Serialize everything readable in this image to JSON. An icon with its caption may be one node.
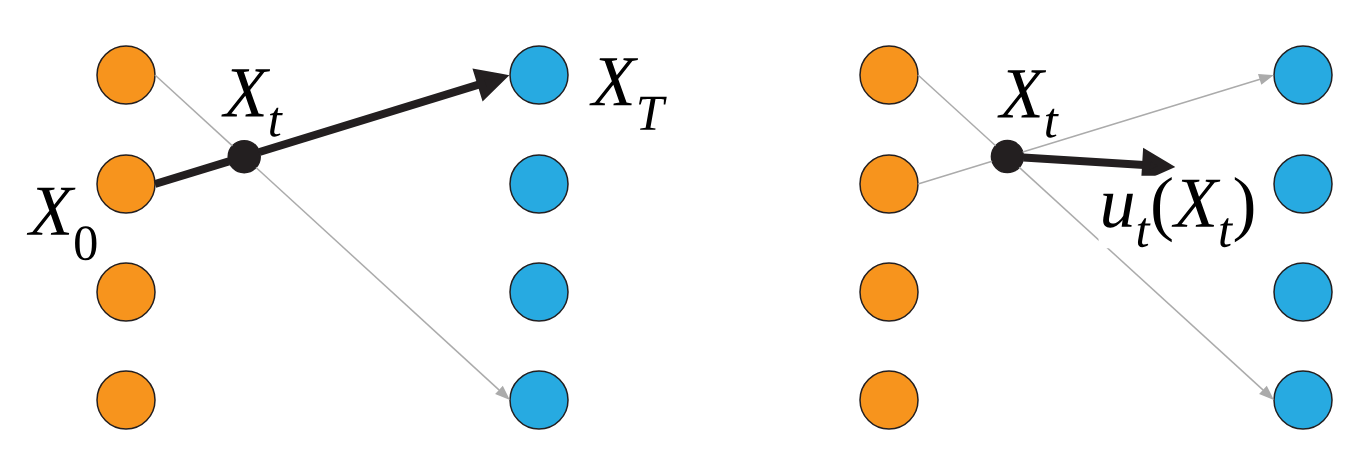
{
  "diagram": {
    "nodes": [
      {
        "text": [],
        "shape": "circle"
      },
      {
        "text": [],
        "shape": "circle",
        "beside": [
          "X_0"
        ]
      },
      {
        "text": [],
        "shape": "circle"
      },
      {
        "text": [],
        "shape": "circle"
      },
      {
        "text": [],
        "shape": "circle",
        "beside": [
          "X_T"
        ]
      },
      {
        "text": [],
        "shape": "circle"
      },
      {
        "text": [],
        "shape": "circle"
      },
      {
        "text": [],
        "shape": "circle"
      },
      {
        "text": [],
        "shape": "circle",
        "beside": [
          "X_t"
        ]
      },
      {
        "text": [],
        "shape": "circle"
      },
      {
        "text": [],
        "shape": "circle"
      },
      {
        "text": [],
        "shape": "circle"
      },
      {
        "text": [],
        "shape": "circle"
      },
      {
        "text": [],
        "shape": "circle"
      },
      {
        "text": [],
        "shape": "circle"
      },
      {
        "text": [],
        "shape": "circle"
      },
      {
        "text": [],
        "shape": "circle"
      },
      {
        "text": [],
        "shape": "circle",
        "beside": [
          "X_t"
        ]
      }
    ],
    "edges": [
      {
        "from": 0,
        "to": 8,
        "arrow": "none"
      },
      {
        "from": 8,
        "to": 7,
        "arrow": "to"
      },
      {
        "from": 1,
        "to": 8,
        "arrow": "none",
        "style": "thick",
        "color": "#231f20"
      },
      {
        "from": 8,
        "to": 4,
        "arrow": "to",
        "style": "thick",
        "color": "#231f20"
      },
      {
        "from": 9,
        "to": 17,
        "arrow": "none"
      },
      {
        "from": 17,
        "to": 16,
        "arrow": "to"
      },
      {
        "from": 10,
        "to": 17,
        "arrow": "none"
      },
      {
        "from": 17,
        "to": 13,
        "arrow": "to"
      },
      {
        "from": 17,
        "to": null,
        "arrow": "to",
        "style": "thick",
        "color": "#231f20",
        "label": "u_t(X_t)"
      }
    ]
  }
}
